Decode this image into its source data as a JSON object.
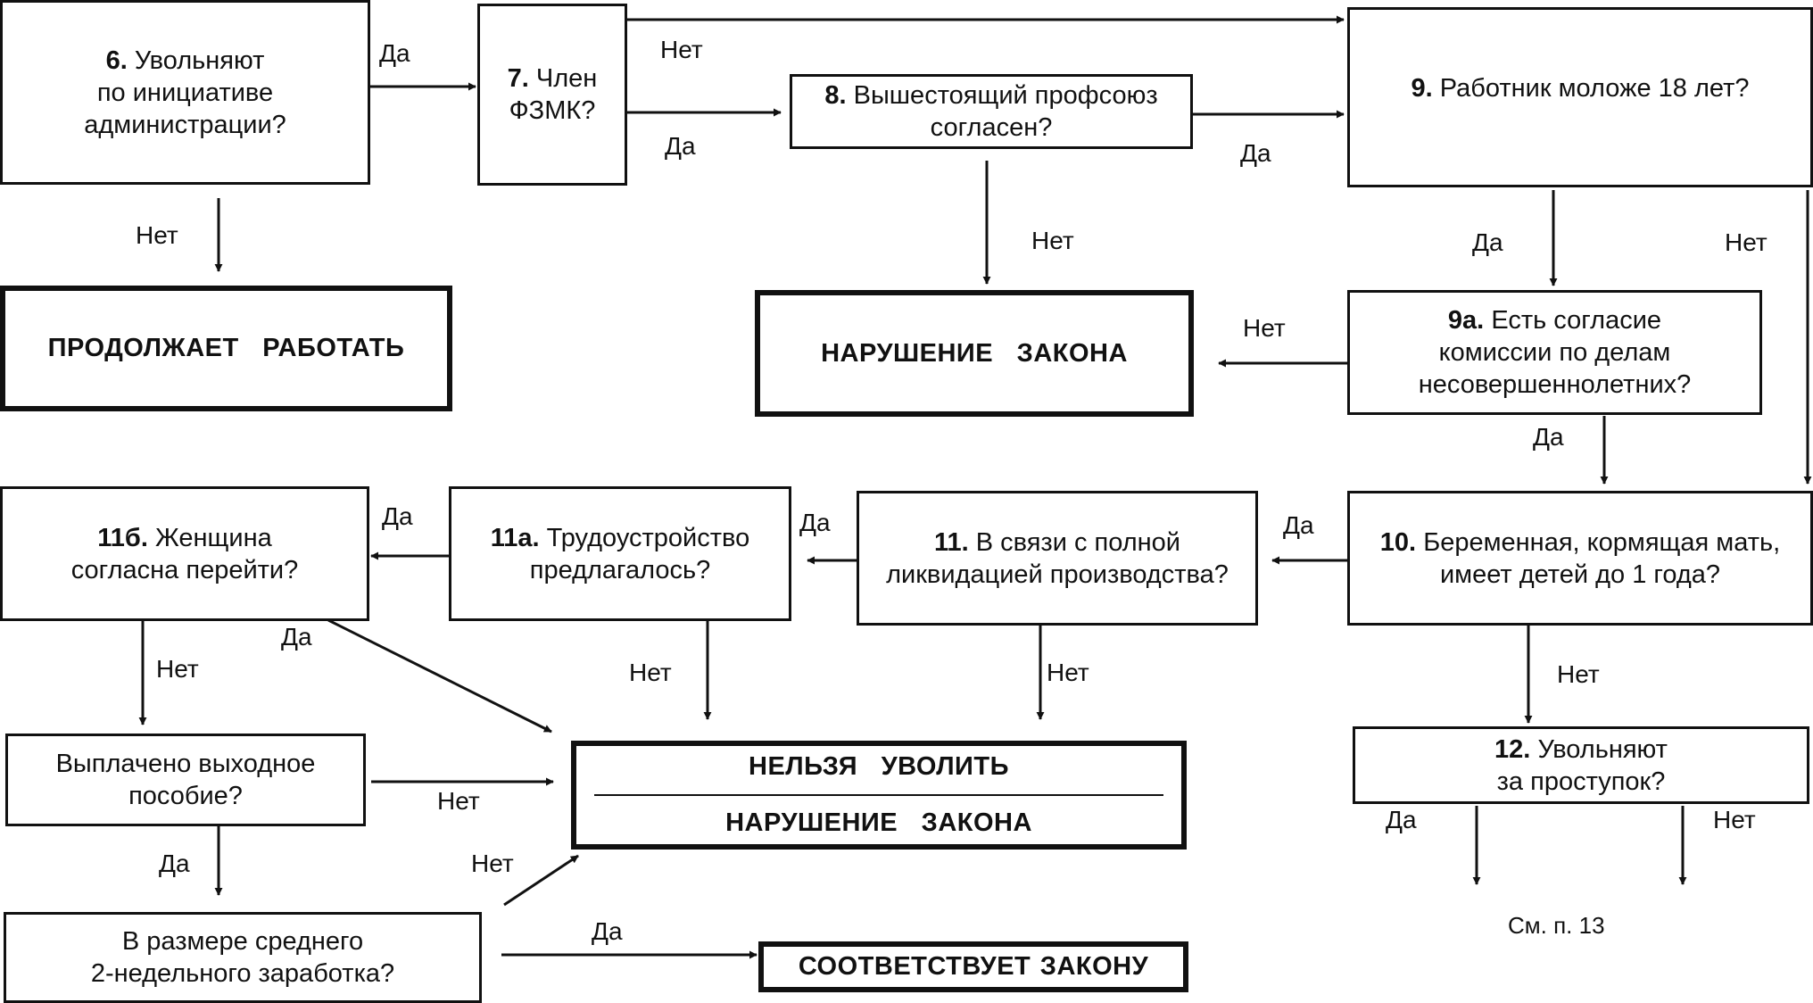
{
  "nodes": {
    "q6": {
      "num": "6.",
      "text_1": "Увольняют",
      "text_2": "по инициативе",
      "text_3": "администрации?"
    },
    "q7": {
      "num": "7.",
      "text_1": "Член",
      "text_2": "ФЗМК?"
    },
    "q8": {
      "num": "8.",
      "text_1": "Вышестоящий профсоюз",
      "text_2": "согласен?"
    },
    "q9": {
      "num": "9.",
      "text": "Работник моложе 18 лет?"
    },
    "q9a": {
      "num": "9а.",
      "text_1": "Есть согласие",
      "text_2": "комиссии по делам",
      "text_3": "несовершеннолетних?"
    },
    "q10": {
      "num": "10.",
      "text_1": "Беременная, кормящая мать,",
      "text_2": "имеет детей до 1 года?"
    },
    "q11": {
      "num": "11.",
      "text_1": "В связи с полной",
      "text_2": "ликвидацией производства?"
    },
    "q11a": {
      "num": "11а.",
      "text_1": "Трудоустройство",
      "text_2": "предлагалось?"
    },
    "q11b": {
      "num": "11б.",
      "text_1": "Женщина",
      "text_2": "согласна перейти?"
    },
    "q12": {
      "num": "12.",
      "text_1": "Увольняют",
      "text_2": "за проступок?"
    },
    "severance": {
      "text_1": "Выплачено выходное",
      "text_2": "пособие?"
    },
    "avg_pay": {
      "text_1": "В размере среднего",
      "text_2": "2-недельного заработка?"
    },
    "continues": {
      "text": "ПРОДОЛЖАЕТ РАБОТАТЬ"
    },
    "violation": {
      "text": "НАРУШЕНИЕ ЗАКОНА"
    },
    "cannot_fire": {
      "text_1": "НЕЛЬЗЯ УВОЛИТЬ",
      "text_2": "НАРУШЕНИЕ ЗАКОНА"
    },
    "complies": {
      "text": "СООТВЕТСТВУЕТ ЗАКОНУ"
    }
  },
  "labels": {
    "yes": "Да",
    "no": "Нет"
  },
  "see_note": "См. п. 13"
}
